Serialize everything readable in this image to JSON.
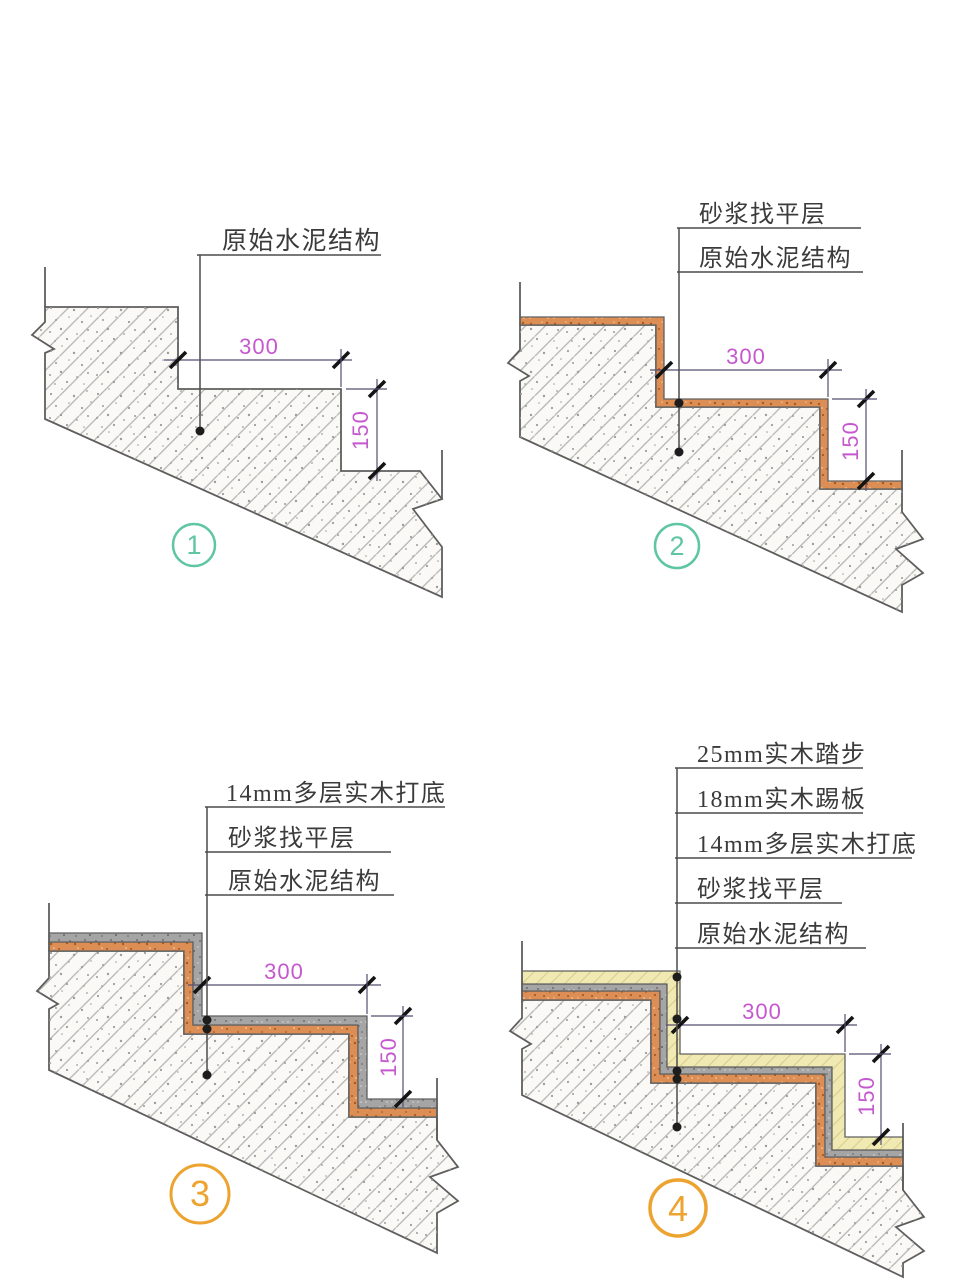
{
  "drawing": {
    "type": "stair finish construction details",
    "colors": {
      "dimension_text": "#c558cf",
      "dimension_line": "#564d72",
      "teal_badge": "#5ec6a2",
      "orange_badge": "#eda32f",
      "mortar_layer": "#dd8e55",
      "underlay_layer": "#a5a5a5",
      "wood_layer": "#f0eab2",
      "concrete_hatch": "#b3b3b3",
      "label_text": "#3b3b3b"
    },
    "panels": [
      {
        "number": "1",
        "badge_color": "#5ec6a2",
        "labels": [
          "原始水泥结构"
        ],
        "dimensions": {
          "tread_run": "300",
          "riser_height": "150"
        }
      },
      {
        "number": "2",
        "badge_color": "#5ec6a2",
        "labels": [
          "砂浆找平层",
          "原始水泥结构"
        ],
        "dimensions": {
          "tread_run": "300",
          "riser_height": "150"
        }
      },
      {
        "number": "3",
        "badge_color": "#eda32f",
        "labels": [
          "14mm多层实木打底",
          "砂浆找平层",
          "原始水泥结构"
        ],
        "dimensions": {
          "tread_run": "300",
          "riser_height": "150"
        }
      },
      {
        "number": "4",
        "badge_color": "#eda32f",
        "labels": [
          "25mm实木踏步",
          "18mm实木踢板",
          "14mm多层实木打底",
          "砂浆找平层",
          "原始水泥结构"
        ],
        "dimensions": {
          "tread_run": "300",
          "riser_height": "150"
        }
      }
    ]
  }
}
